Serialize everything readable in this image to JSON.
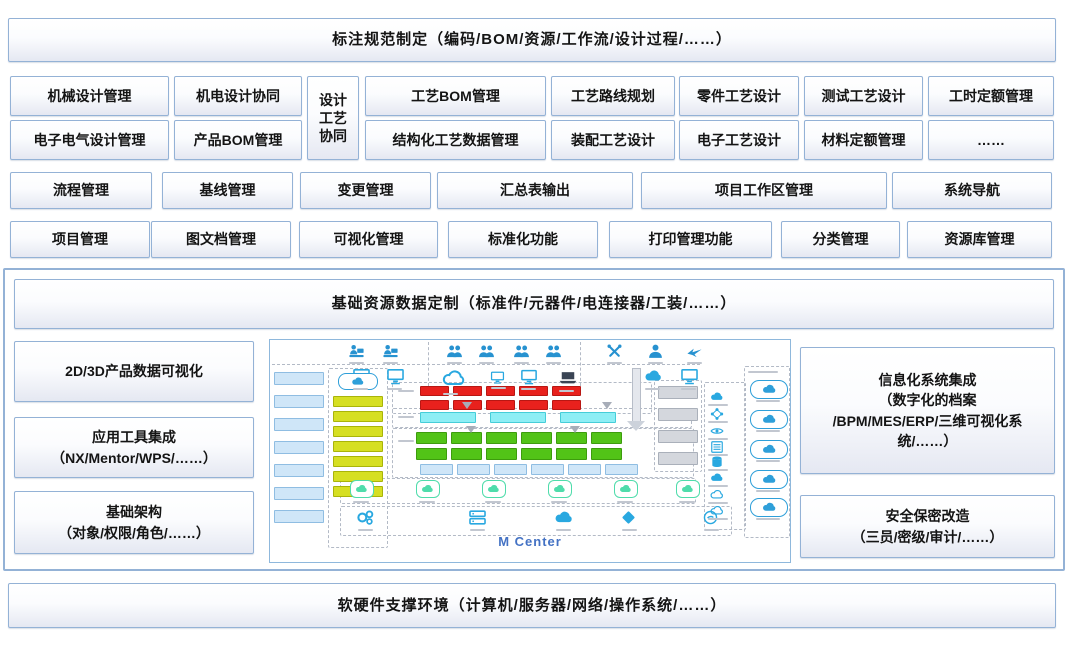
{
  "banners": {
    "top": "标注规范制定（编码/BOM/资源/工作流/设计过程/……）",
    "bottom": "软硬件支撑环境（计算机/服务器/网络/操作系统/……）"
  },
  "function_matrix": {
    "row1": [
      "机械设计管理",
      "机电设计协同",
      "工艺BOM管理",
      "工艺路线规划",
      "零件工艺设计",
      "测试工艺设计",
      "工时定额管理"
    ],
    "design_collab_lines": [
      "设计",
      "工艺",
      "协同"
    ],
    "row2": [
      "电子电气设计管理",
      "产品BOM管理",
      "结构化工艺数据管理",
      "装配工艺设计",
      "电子工艺设计",
      "材料定额管理",
      "……"
    ],
    "row3": [
      "流程管理",
      "基线管理",
      "变更管理",
      "汇总表输出",
      "项目工作区管理",
      "系统导航"
    ],
    "row4": [
      "项目管理",
      "图文档管理",
      "可视化管理",
      "标准化功能",
      "打印管理功能",
      "分类管理",
      "资源库管理"
    ]
  },
  "platform": {
    "header": "基础资源数据定制（标准件/元器件/电连接器/工装/……）",
    "left_boxes": [
      {
        "lines": [
          "2D/3D产品数据可视化"
        ]
      },
      {
        "lines": [
          "应用工具集成",
          "（NX/Mentor/WPS/……）"
        ]
      },
      {
        "lines": [
          "基础架构",
          "（对象/权限/角色/……）"
        ]
      }
    ],
    "right_boxes": [
      {
        "lines": [
          "信息化系统集成",
          "（数字化的档案",
          "/BPM/MES/ERP/三维可视化系",
          "统/……）"
        ]
      },
      {
        "lines": [
          "安全保密改造",
          "（三员/密级/审计/……）"
        ]
      }
    ],
    "center_diagram": {
      "label": "M Center",
      "icons": [
        "workstation-icon",
        "people-icon",
        "tools-icon",
        "person-icon",
        "bird-icon",
        "monitor-icon",
        "cloud-icon",
        "laptop-icon",
        "gear-icon",
        "server-icon",
        "database-icon",
        "network-icon",
        "diamond-icon",
        "eye-icon",
        "rack-icon"
      ]
    }
  },
  "colors": {
    "box_border": "#94b2d6",
    "box_fill_bottom": "#e5e8f2",
    "accent_blue": "#4472c4",
    "icon_blue": "#29a8e0",
    "red": "#e8211d",
    "green": "#52c317",
    "cyan": "#8deef5",
    "yellow": "#d6df22",
    "light_blue": "#cfe6f8",
    "mint": "#4fdcab"
  }
}
